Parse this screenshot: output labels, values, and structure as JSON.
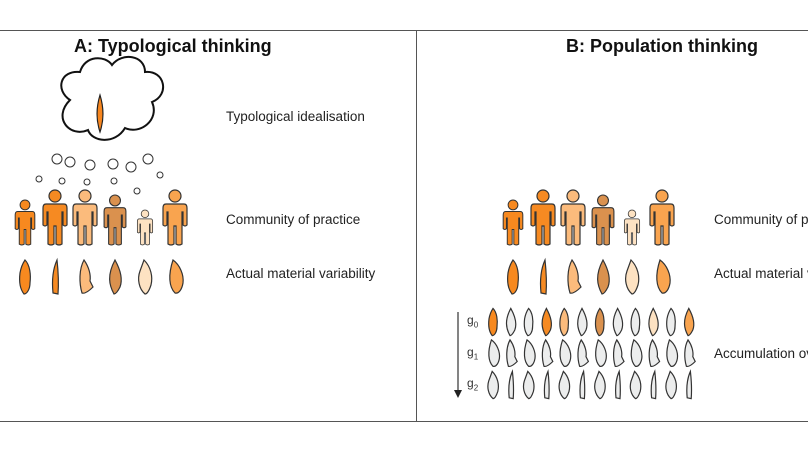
{
  "panel_a": {
    "title": "A: Typological thinking",
    "labels": {
      "idealisation": "Typological idealisation",
      "community": "Community of practice",
      "variability": "Actual material variability"
    }
  },
  "panel_b": {
    "title": "B: Population thinking",
    "labels": {
      "community": "Community of p",
      "variability": "Actual material v",
      "accumulation": "Accumulation ov"
    },
    "generations": [
      "g",
      "g",
      "g"
    ],
    "generation_subscripts": [
      "0",
      "1",
      "2"
    ]
  },
  "colors": {
    "individuals": [
      "#f7891f",
      "#f68a22",
      "#fbbb7c",
      "#da914e",
      "#fde2c2",
      "#f9a44f"
    ],
    "ideal": "#f7861f",
    "accumulated": "#eceded"
  }
}
